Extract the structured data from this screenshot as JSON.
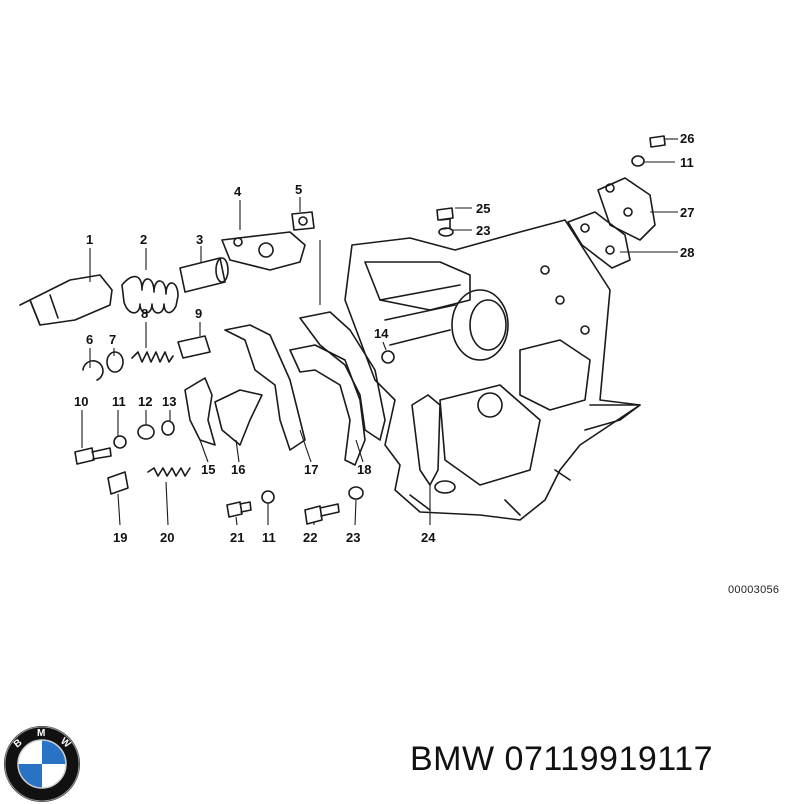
{
  "diagram": {
    "callouts": [
      "1",
      "2",
      "3",
      "4",
      "5",
      "6",
      "7",
      "8",
      "9",
      "10",
      "11",
      "12",
      "13",
      "14",
      "15",
      "16",
      "17",
      "18",
      "19",
      "20",
      "21",
      "22",
      "23",
      "24",
      "25",
      "26",
      "27",
      "28"
    ],
    "diagram_id": "00003056"
  },
  "brand": {
    "logo_letters": "BMW",
    "logo_colors": {
      "ring": "#111111",
      "blue": "#2a73c4",
      "white": "#ffffff"
    }
  },
  "caption": {
    "brand": "BMW",
    "part_number": "07119919117",
    "text": "BMW 07119919117"
  }
}
